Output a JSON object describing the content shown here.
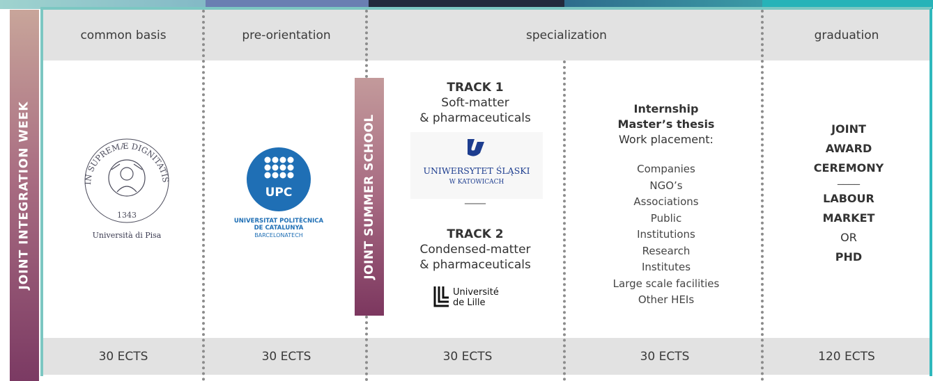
{
  "phases": [
    "common basis",
    "pre-orientation",
    "specialization",
    "graduation"
  ],
  "ects": [
    "30 ECTS",
    "30 ECTS",
    "30 ECTS",
    "30 ECTS",
    "120 ECTS"
  ],
  "vertical_labels": {
    "integration_week": "JOINT INTEGRATION WEEK",
    "summer_school": "JOINT SUMMER SCHOOL"
  },
  "pisa": {
    "seal_arc": "IN SUPREMÆ DIGNITATIS",
    "seal_year": "1343",
    "name": "Università di Pisa"
  },
  "upc": {
    "badge": "UPC",
    "line1": "UNIVERSITAT POLITÈCNICA",
    "line2": "DE CATALUNYA",
    "line3": "BARCELONATECH"
  },
  "track1": {
    "title": "TRACK 1",
    "line1": "Soft-matter",
    "line2": "& pharmaceuticals",
    "logo_line1": "UNIWERSYTET ŚLĄSKI",
    "logo_line2": "W KATOWICACH"
  },
  "track2": {
    "title": "TRACK 2",
    "line1": "Condensed-matter",
    "line2": "& pharmaceuticals",
    "logo_line1": "Université",
    "logo_line2": "de Lille"
  },
  "divider": "____",
  "internship": {
    "title1": "Internship",
    "title2": "Master’s thesis",
    "subtitle": "Work placement:",
    "items": [
      "Companies",
      "NGO’s",
      "Associations",
      "Public",
      "Institutions",
      "Research",
      "Institutes",
      "Large scale facilities",
      "Other HEIs"
    ]
  },
  "graduation": {
    "line1": "JOINT",
    "line2": "AWARD",
    "line3": "CEREMONY",
    "divider": "____",
    "line4": "LABOUR",
    "line5": "MARKET",
    "line6": "OR",
    "line7": "PHD"
  },
  "colors": {
    "header_bg": "#e2e2e2",
    "bar_top": "#c8a59a",
    "bar_bottom": "#7b3a63",
    "upc_blue": "#1f6fb5"
  }
}
